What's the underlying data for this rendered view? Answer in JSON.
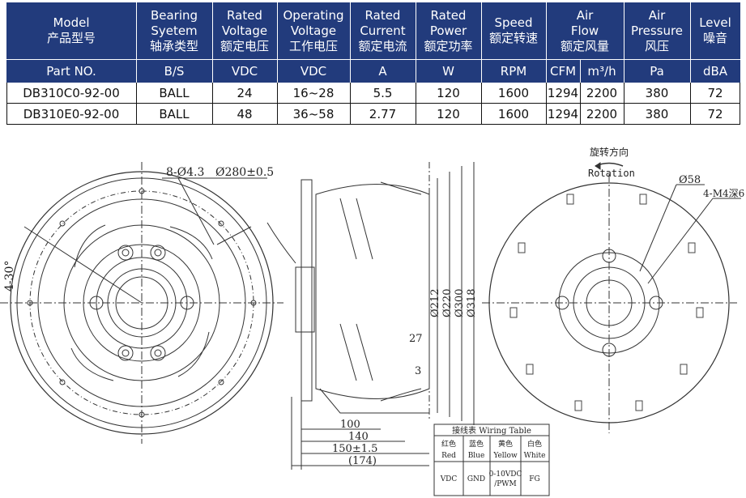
{
  "table": {
    "headers": [
      {
        "en": "Model",
        "cn": "产品型号"
      },
      {
        "en": "Bearing\nSyetem",
        "cn": "轴承类型"
      },
      {
        "en": "Rated\nVoltage",
        "cn": "额定电压"
      },
      {
        "en": "Operating\nVoltage",
        "cn": "工作电压"
      },
      {
        "en": "Rated\nCurrent",
        "cn": "额定电流"
      },
      {
        "en": "Rated\nPower",
        "cn": "额定功率"
      },
      {
        "en": "Speed",
        "cn": "额定转速"
      },
      {
        "en": "Air\nFlow",
        "cn": "额定风量"
      },
      {
        "en": "Air\nPressure",
        "cn": "风压"
      },
      {
        "en": "Level",
        "cn": "噪音"
      }
    ],
    "units": [
      "Part NO.",
      "B/S",
      "VDC",
      "VDC",
      "A",
      "W",
      "RPM",
      "CFM",
      "m³/h",
      "Pa",
      "dBA"
    ],
    "rows": [
      [
        "DB310C0-92-00",
        "BALL",
        "24",
        "16~28",
        "5.5",
        "120",
        "1600",
        "1294",
        "2200",
        "380",
        "72"
      ],
      [
        "DB310E0-92-00",
        "BALL",
        "48",
        "36~58",
        "2.77",
        "120",
        "1600",
        "1294",
        "2200",
        "380",
        "72"
      ]
    ]
  },
  "drawing": {
    "left_labels": {
      "holes": "8-Ø4.3",
      "diameter": "Ø280±0.5",
      "angle": "4-30°"
    },
    "side_dims": {
      "vertical": [
        "Ø212",
        "Ø220",
        "Ø300",
        "Ø318"
      ],
      "small": [
        "27",
        "3"
      ],
      "horizontal": [
        "100",
        "140",
        "150±1.5",
        "(174)"
      ]
    },
    "rotation": {
      "cn": "旋转方向",
      "en": "Rotation"
    },
    "right_labels": {
      "shaft": "Ø58",
      "screws": "4-M4深6"
    },
    "wiring_table": {
      "title": "接线表 Wiring Table",
      "columns": [
        {
          "cn": "红色",
          "en": "Red",
          "func": "VDC"
        },
        {
          "cn": "蓝色",
          "en": "Blue",
          "func": "GND"
        },
        {
          "cn": "黄色",
          "en": "Yellow",
          "func": "0-10VDC\n/PWM"
        },
        {
          "cn": "白色",
          "en": "White",
          "func": "FG"
        }
      ]
    }
  },
  "colors": {
    "header_bg": "#223b7c",
    "header_text": "#ffffff"
  }
}
